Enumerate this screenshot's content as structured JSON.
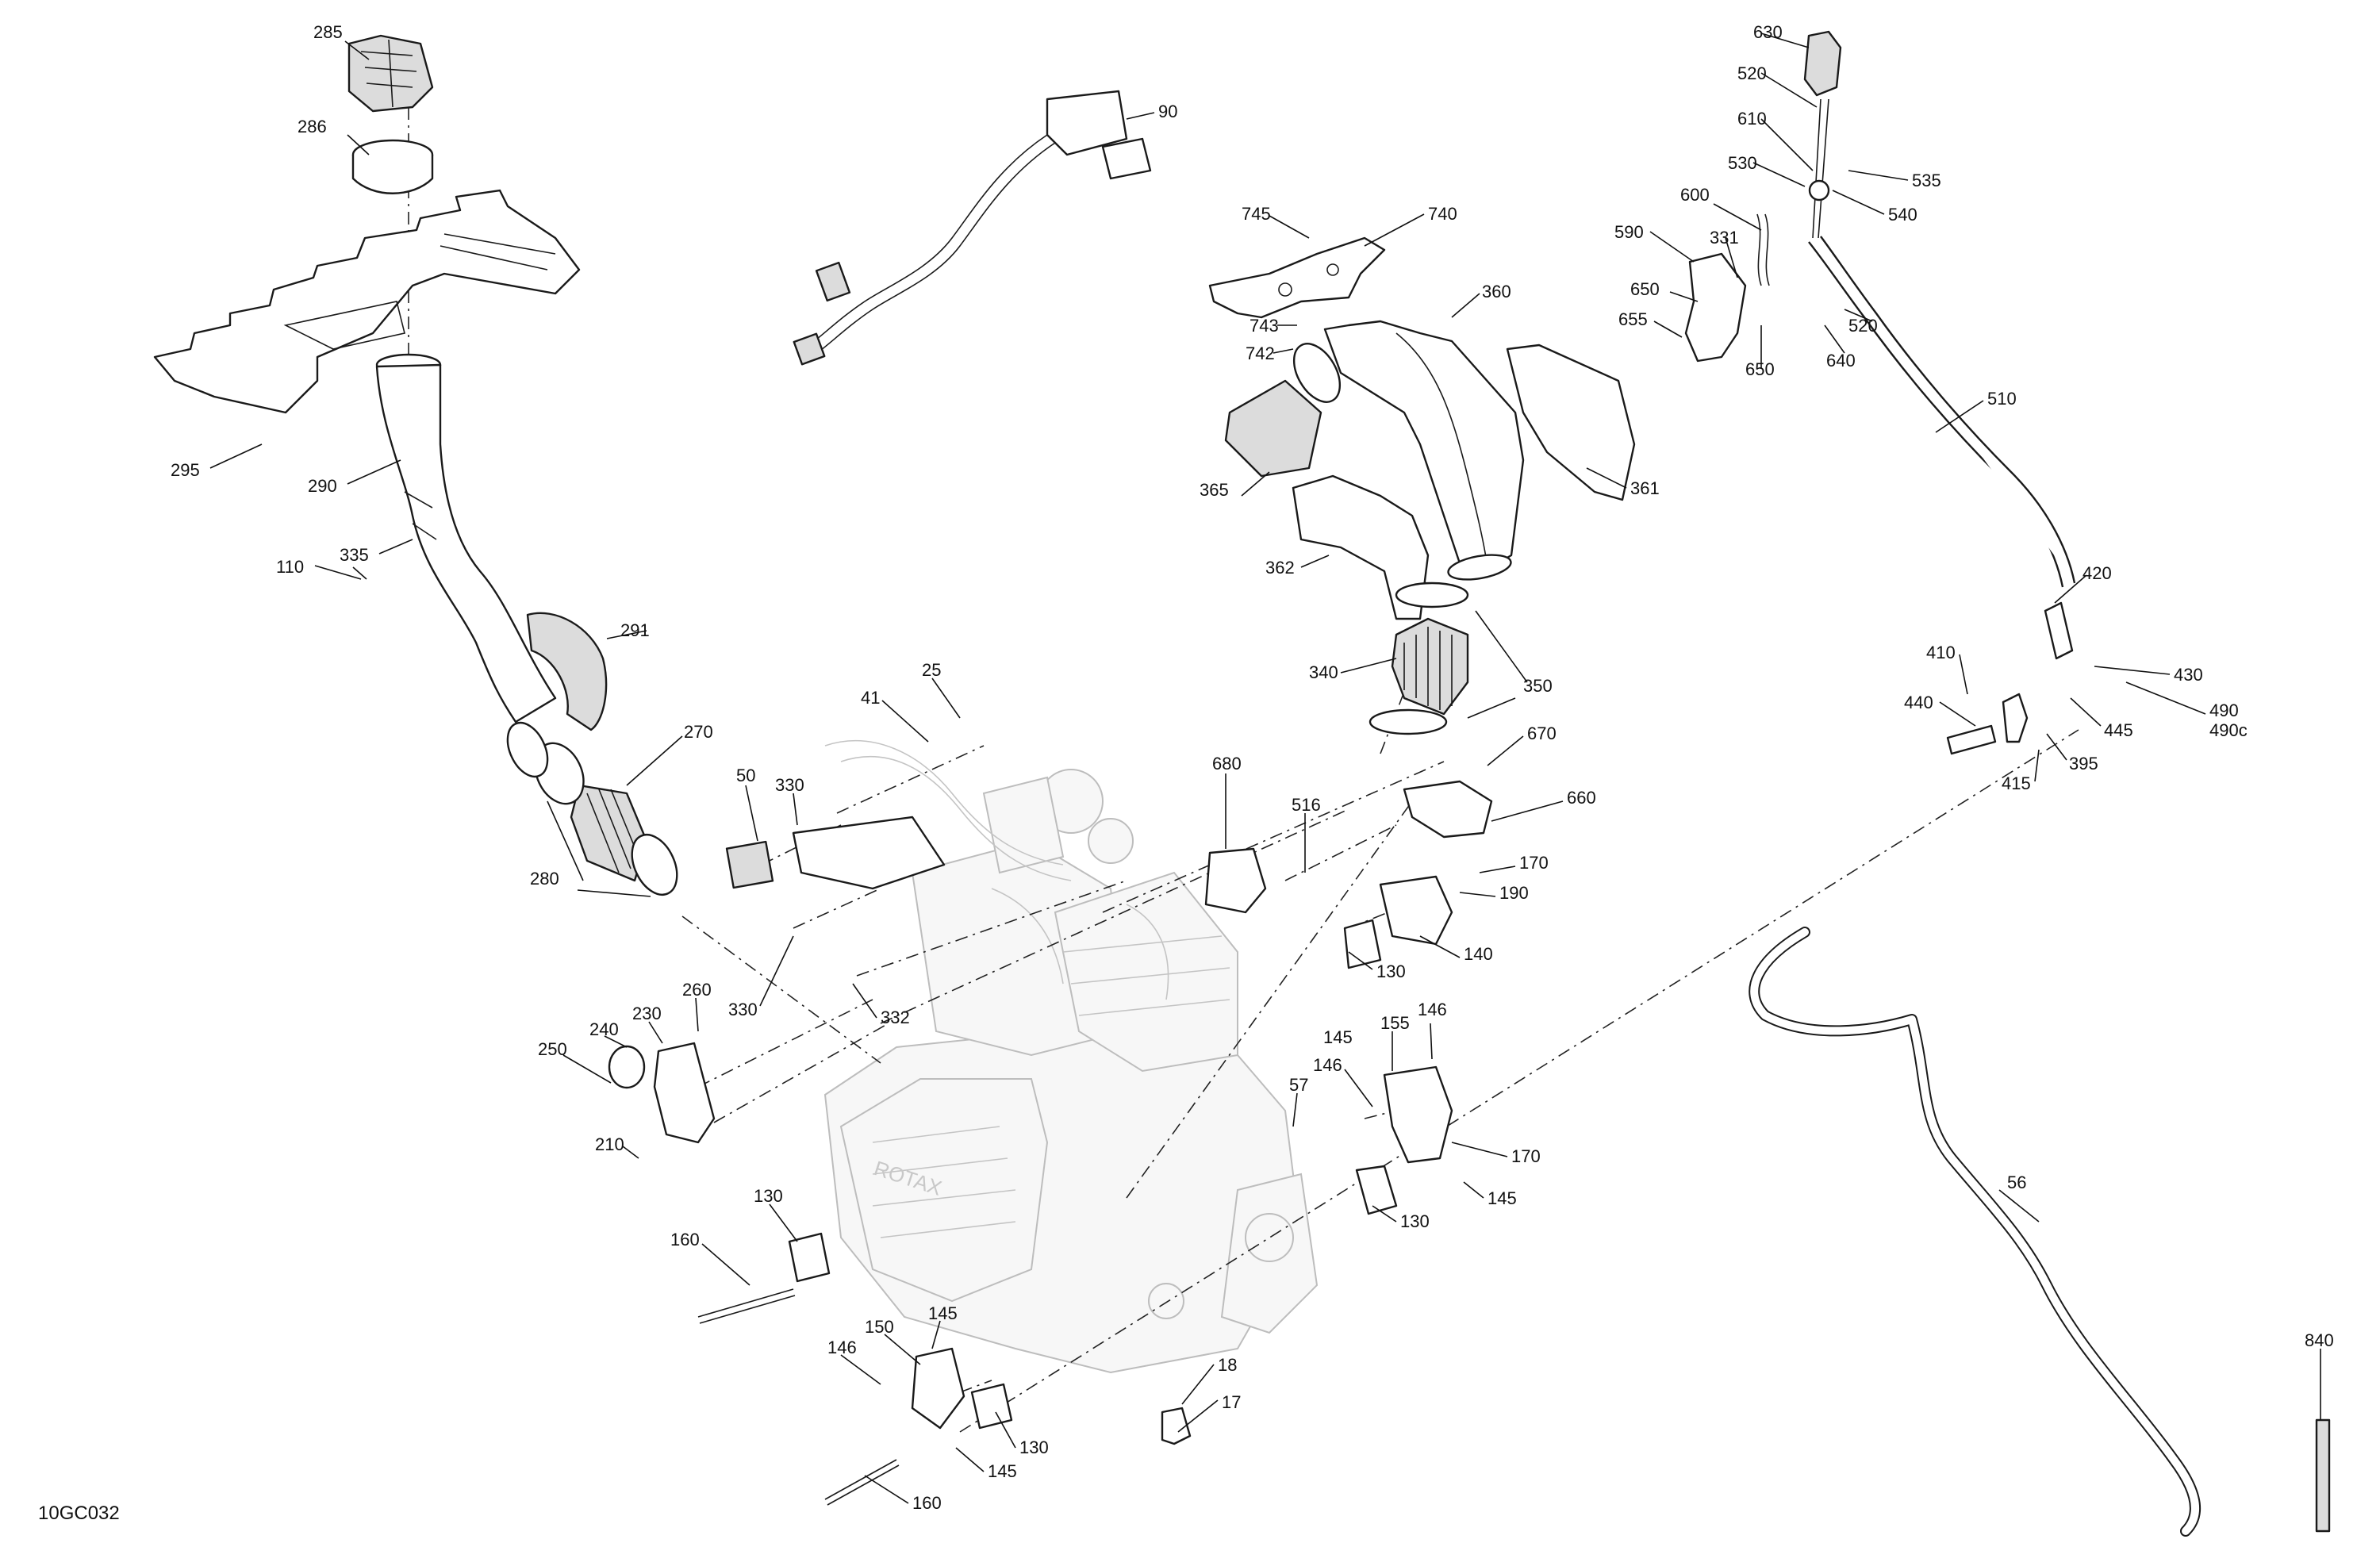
{
  "diagram_code": "10GC032",
  "callouts": {
    "c285": "285",
    "c286": "286",
    "c295": "295",
    "c290": "290",
    "c335": "335",
    "c110": "110",
    "c291": "291",
    "c270": "270",
    "c280": "280",
    "c90": "90",
    "c745": "745",
    "c740": "740",
    "c743": "743",
    "c742": "742",
    "c360": "360",
    "c365": "365",
    "c361": "361",
    "c362": "362",
    "c340": "340",
    "c350": "350",
    "c630": "630",
    "c520a": "520",
    "c610": "610",
    "c530": "530",
    "c535": "535",
    "c540": "540",
    "c600": "600",
    "c590": "590",
    "c331": "331",
    "c650a": "650",
    "c655": "655",
    "c650b": "650",
    "c640": "640",
    "c520b": "520",
    "c510": "510",
    "c420": "420",
    "c410": "410",
    "c430": "430",
    "c440": "440",
    "c490": "490",
    "c490c": "490c",
    "c445": "445",
    "c395": "395",
    "c415": "415",
    "c25": "25",
    "c41": "41",
    "c50": "50",
    "c330a": "330",
    "c330b": "330",
    "c332": "332",
    "c680": "680",
    "c516": "516",
    "c670": "670",
    "c660": "660",
    "c170a": "170",
    "c190": "190",
    "c140": "140",
    "c130a": "130",
    "c260": "260",
    "c230": "230",
    "c240": "240",
    "c250": "250",
    "c210": "210",
    "c155": "155",
    "c146a": "146",
    "c145a": "145",
    "c146b": "146",
    "c57": "57",
    "c170b": "170",
    "c145b": "145",
    "c130b": "130",
    "c130c": "130",
    "c160a": "160",
    "c150": "150",
    "c145c": "145",
    "c146c": "146",
    "c18": "18",
    "c17": "17",
    "c130d": "130",
    "c145d": "145",
    "c160b": "160",
    "c56": "56",
    "c840": "840"
  }
}
